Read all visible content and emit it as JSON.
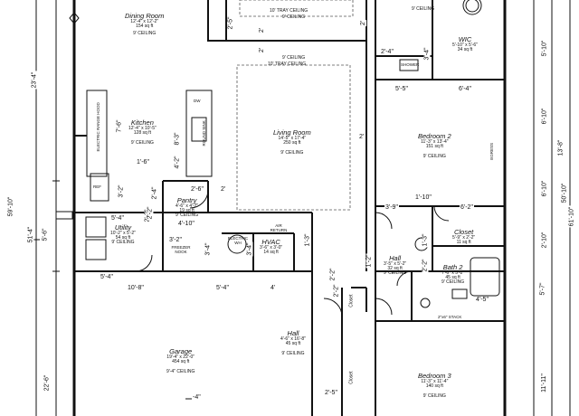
{
  "rooms": {
    "dining": {
      "name": "Dining Room",
      "size": "12'-4\" x 12'-2\"",
      "area": "154 sq ft",
      "ceiling": "9' CEILING"
    },
    "kitchen": {
      "name": "Kitchen",
      "size": "12'-4\" x 10'-5\"",
      "area": "128 sq ft",
      "ceiling": "9' CEILING"
    },
    "living": {
      "name": "Living Room",
      "size": "14'-5\" x 17'-4\"",
      "area": "250 sq ft",
      "ceiling": "9' CEILING"
    },
    "pantry": {
      "name": "Pantry",
      "size": "4'-6\" x 4'-2\"",
      "area": "19 sq ft",
      "ceiling": "9' CEILING"
    },
    "utility": {
      "name": "Utility",
      "size": "10'-2\" x 5'-2\"",
      "area": "54 sq ft",
      "ceiling": "9' CEILING"
    },
    "hvac": {
      "name": "HVAC",
      "size": "3'-6\" x 3'-0\"",
      "area": "14 sq ft"
    },
    "bedroom2": {
      "name": "Bedroom 2",
      "size": "11'-3\" x 13'-4\"",
      "area": "151 sq ft",
      "ceiling": "9' CEILING"
    },
    "wic": {
      "name": "WIC",
      "size": "5'-10\" x 5'-6\"",
      "area": "34 sq ft"
    },
    "closet": {
      "name": "Closet",
      "size": "5'-9\" x 2'-2\"",
      "area": "11 sq ft"
    },
    "hall_small": {
      "name": "Hall",
      "size": "3'-5\" x 5'-2\"",
      "area": "32 sq ft",
      "ceiling": "9' CEILING"
    },
    "bath2": {
      "name": "Bath 2",
      "size": "7'-6\" x 5'-2\"",
      "area": "45 sq ft",
      "ceiling": "9' CEILING"
    },
    "hall_big": {
      "name": "Hall",
      "size": "4'-6\" x 16'-8\"",
      "area": "45 sq ft",
      "ceiling": "9' CEILING"
    },
    "garage": {
      "name": "Garage",
      "size": "19'-4\" x 22'-0\"",
      "area": "454 sq ft",
      "ceiling": "9'-4\" CEILING"
    },
    "bedroom3": {
      "name": "Bedroom 3",
      "size": "11'-3\" x 11'-4\"",
      "area": "140 sq ft",
      "ceiling": "9' CEILING"
    },
    "closet_v1": {
      "name": "Closet"
    },
    "closet_v2": {
      "name": "Closet"
    }
  },
  "notes": {
    "tray_top": "10' TRAY CEILING",
    "tray_top_sub": "9' CEILING",
    "tray_living": "10' TRAY CEILING",
    "tray_living_sub": "9' CEILING",
    "ceiling_top_right": "9' CEILING",
    "freezer_nook": "FREEZER NOOK",
    "electric_wh": "ELECTRIC WH",
    "air_return": "AIR RETURN",
    "egress": "EGRESS",
    "shower": "SHOWER",
    "stack": "2\"x6\" STACK",
    "ref": "REF",
    "dw": "DW",
    "rangehood": "ELECTRIC RANGE HOOD",
    "sink": "ROUND SINK"
  },
  "dims": {
    "left_23_4": "23'-4\"",
    "left_59_10": "59'-10\"",
    "left_51_4": "51'-4\"",
    "left_5_6": "5'-6\"",
    "left_22_6": "22'-6\"",
    "k7_6": "7'-6\"",
    "k1_6": "1'-6\"",
    "k8_3": "8'-3\"",
    "k4_2": "4'-2\"",
    "k3_2": "3'-2\"",
    "k2_6": "2'-6\"",
    "k2_top": "2'",
    "k4_10": "4'-10\"",
    "k2_4": "2'-4\"",
    "k5_4a": "5'-4\"",
    "k2_2": "2'-2\"",
    "k3_2b": "3'-2\"",
    "k5_4b": "5'-4\"",
    "g10_8": "10'-8\"",
    "g5_4": "5'-4\"",
    "g4": "4'",
    "h3_4a": "3'-4\"",
    "h3_4b": "3'-4\"",
    "h1_3": "1'-3\"",
    "t2_5": "2'-5\"",
    "t2a": "2'",
    "t2b": "2'",
    "t2c": "2'",
    "t2_4": "2'-4\"",
    "t3_4": "3'-4\"",
    "b5_5": "5'-5\"",
    "b6_4": "6'-4\"",
    "b2": "2'",
    "b1_10": "1'-10\"",
    "b3_9": "3'-9\"",
    "b6_2": "6'-2\"",
    "b1_3": "1'-3\"",
    "b2_2": "2'-2\"",
    "b1_2": "1'-2\"",
    "b4_5": "4'-5\"",
    "b2_2b": "2'-2\"",
    "b2_5b": "2'-5\"",
    "b4a": "-4\"",
    "r5_10": "5'-10\"",
    "r6_10a": "6'-10\"",
    "r13_8": "13'-8\"",
    "r6_10b": "6'-10\"",
    "r2_10": "2'-10\"",
    "r5_7": "5'-7\"",
    "r11_11": "11'-11\"",
    "r50_10": "50'-10\"",
    "r61_10": "61'-10\"",
    "h2_2": "2'-2\"",
    "h2_2b": "2'-2\""
  }
}
